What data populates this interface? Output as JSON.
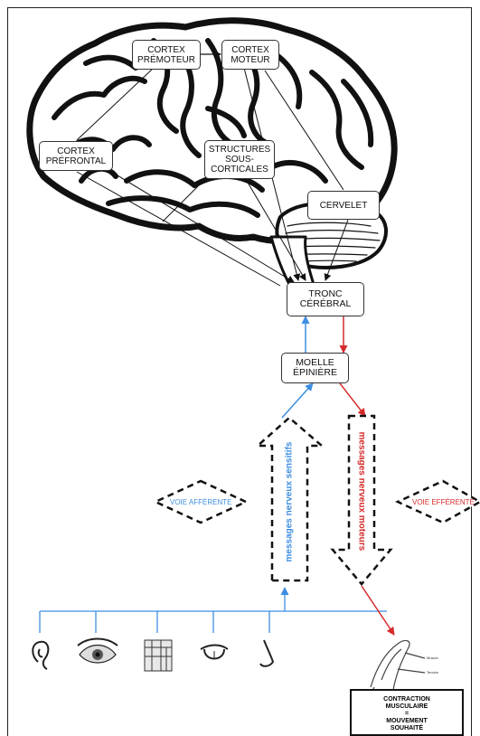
{
  "brain_regions": {
    "premotor": "CORTEX\nPRÉMOTEUR",
    "motor": "CORTEX\nMOTEUR",
    "prefrontal": "CORTEX\nPRÉFRONTAL",
    "subcortical": "STRUCTURES\nSOUS-\nCORTICALES",
    "cerebellum": "CERVELET"
  },
  "pathway": {
    "brainstem": "TRONC\nCÉRÉBRAL",
    "spinal_cord": "MOELLE\nÉPINIÈRE"
  },
  "arrows": {
    "sensory": "messages nerveux sensitifs",
    "motor": "messages nerveux moteurs"
  },
  "labels": {
    "afferent": "VOIE AFFÉRENTE",
    "efferent": "VOIE EFFÉRENTE"
  },
  "arm_labels": {
    "muscle": "Muscle",
    "tendon": "Tendon"
  },
  "result": {
    "line1": "CONTRACTION",
    "line2": "MUSCULAIRE",
    "line3": "=",
    "line4": "MOUVEMENT",
    "line5": "SOUHAITÉ"
  },
  "sense_icons": [
    "ear-icon",
    "eye-icon",
    "skin-icon",
    "tongue-icon",
    "nose-icon"
  ],
  "colors": {
    "afferent": "#3d8ee0",
    "efferent": "#d62b2b",
    "outline": "#111111"
  }
}
